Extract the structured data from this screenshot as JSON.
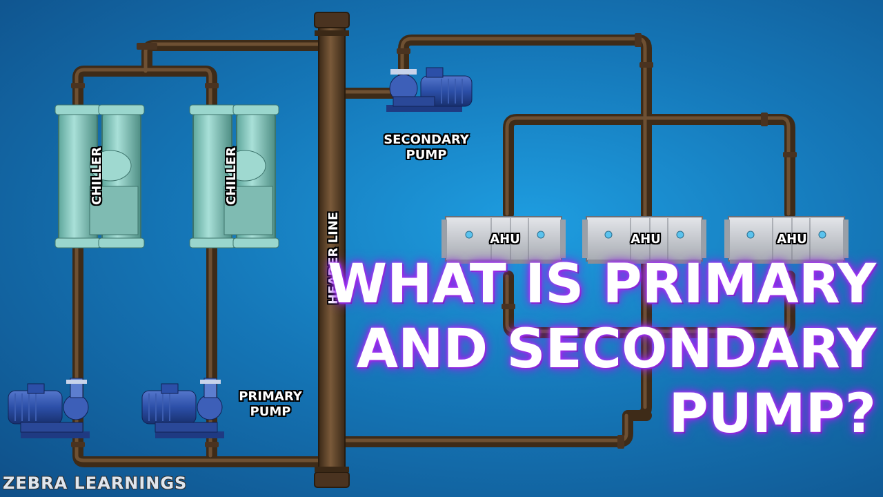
{
  "labels": {
    "chiller_1": "CHILLER",
    "chiller_2": "CHILLER",
    "header_line": "HEADER LINE",
    "secondary_pump_line1": "SECONDARY",
    "secondary_pump_line2": "PUMP",
    "primary_pump_line1": "PRIMARY",
    "primary_pump_line2": "PUMP",
    "ahu_1": "AHU",
    "ahu_2": "AHU",
    "ahu_3": "AHU"
  },
  "title": {
    "line1": "WHAT IS PRIMARY",
    "line2": "AND SECONDARY",
    "line3": "PUMP?"
  },
  "brand": "ZEBRA LEARNINGS",
  "colors": {
    "pipe": "#5a4128",
    "chiller": "#8fcfc6",
    "pump_blue": "#2c4fa8",
    "ahu_grey": "#c9ccd1",
    "title_glow": "#a020f0"
  }
}
